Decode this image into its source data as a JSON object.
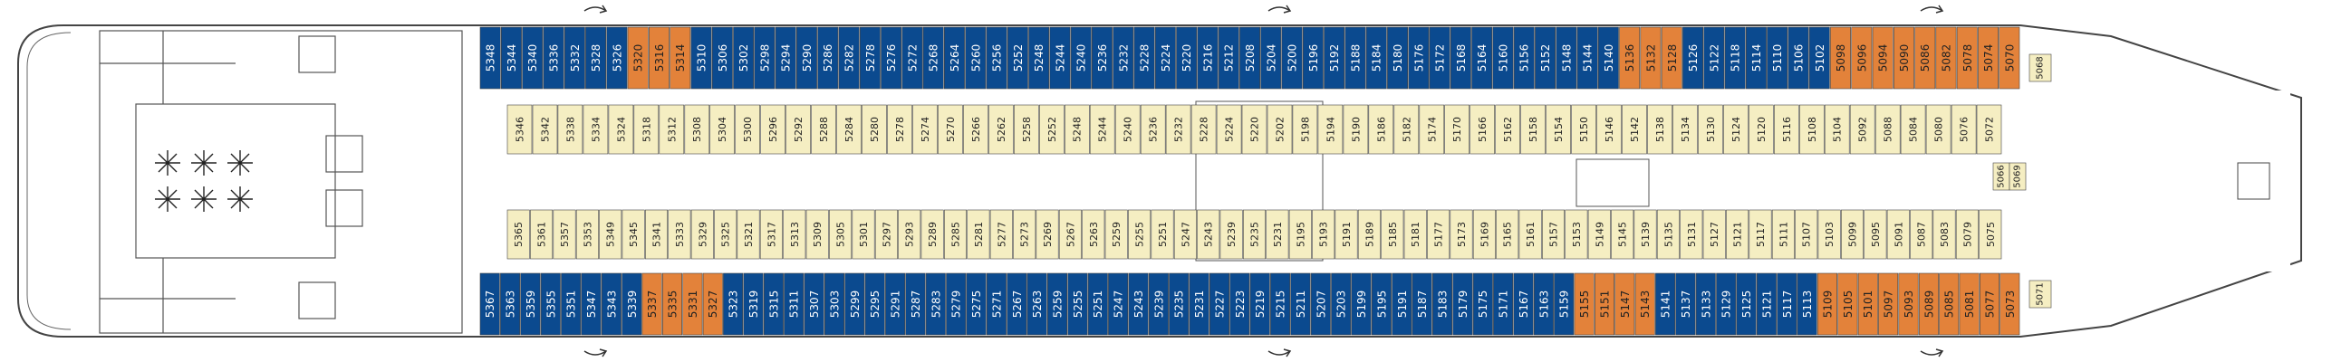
{
  "deck_plan": {
    "colors": {
      "inside": "#f5eec2",
      "oceanview": "#0b4a8f",
      "balcony": "#e3823a",
      "outline": "#444444",
      "label_light": "#ffffff",
      "label_dark": "#222222"
    },
    "cabin_types": {
      "oceanview": "Blue cabins along the hull",
      "balcony": "Orange cabins",
      "inside": "Cream inner cabins"
    },
    "rows": {
      "top_outer": {
        "type": "oceanview",
        "cabins": [
          "5348",
          "5344",
          "5340",
          "5336",
          "5332",
          "5328",
          "5326",
          "5320",
          "5316",
          "5314",
          "5310",
          "5306",
          "5302",
          "5298",
          "5294",
          "5290",
          "5286",
          "5282",
          "5278",
          "5276",
          "5272",
          "5268",
          "5264",
          "5260",
          "5256",
          "5252",
          "5248",
          "5244",
          "5240",
          "5236",
          "5232",
          "5228",
          "5224",
          "5220",
          "5216",
          "5212",
          "5208",
          "5204",
          "5200",
          "5196",
          "5192",
          "5188",
          "5184",
          "5180",
          "5176",
          "5172",
          "5168",
          "5164",
          "5160",
          "5156",
          "5152",
          "5148",
          "5144",
          "5140",
          "5136",
          "5132",
          "5128",
          "5126",
          "5122",
          "5118",
          "5114",
          "5110",
          "5106",
          "5102",
          "5098",
          "5096",
          "5094",
          "5090",
          "5086",
          "5082",
          "5078",
          "5074",
          "5070"
        ]
      },
      "bottom_outer": {
        "cabins": [
          "5367",
          "5363",
          "5359",
          "5355",
          "5351",
          "5347",
          "5343",
          "5339",
          "5337",
          "5335",
          "5331",
          "5327",
          "5323",
          "5319",
          "5315",
          "5311",
          "5307",
          "5303",
          "5299",
          "5295",
          "5291",
          "5287",
          "5283",
          "5279",
          "5275",
          "5271",
          "5267",
          "5263",
          "5259",
          "5255",
          "5251",
          "5247",
          "5243",
          "5239",
          "5235",
          "5231",
          "5227",
          "5223",
          "5219",
          "5215",
          "5211",
          "5207",
          "5203",
          "5199",
          "5195",
          "5191",
          "5187",
          "5183",
          "5179",
          "5175",
          "5171",
          "5167",
          "5163",
          "5159",
          "5155",
          "5151",
          "5147",
          "5143",
          "5141",
          "5137",
          "5133",
          "5129",
          "5125",
          "5121",
          "5117",
          "5113",
          "5109",
          "5105",
          "5101",
          "5097",
          "5093",
          "5089",
          "5085",
          "5081",
          "5077",
          "5073"
        ]
      },
      "top_inner": {
        "cabins": [
          "5346",
          "5342",
          "5338",
          "5334",
          "5324",
          "5318",
          "5312",
          "5308",
          "5304",
          "5300",
          "5296",
          "5292",
          "5288",
          "5284",
          "5280",
          "5278",
          "5274",
          "5270",
          "5266",
          "5262",
          "5258",
          "5252",
          "5248",
          "5244",
          "5240",
          "5236",
          "5232",
          "5228",
          "5224",
          "5220",
          "5202",
          "5198",
          "5194",
          "5190",
          "5186",
          "5182",
          "5174",
          "5170",
          "5166",
          "5162",
          "5158",
          "5154",
          "5150",
          "5146",
          "5142",
          "5138",
          "5134",
          "5130",
          "5124",
          "5120",
          "5116",
          "5108",
          "5104",
          "5092",
          "5088",
          "5084",
          "5080",
          "5076",
          "5072"
        ]
      },
      "bottom_inner": {
        "cabins": [
          "5365",
          "5361",
          "5357",
          "5353",
          "5349",
          "5345",
          "5341",
          "5333",
          "5329",
          "5325",
          "5321",
          "5317",
          "5313",
          "5309",
          "5305",
          "5301",
          "5297",
          "5293",
          "5289",
          "5285",
          "5281",
          "5277",
          "5273",
          "5269",
          "5267",
          "5263",
          "5259",
          "5255",
          "5251",
          "5247",
          "5243",
          "5239",
          "5235",
          "5231",
          "5195",
          "5193",
          "5191",
          "5189",
          "5185",
          "5181",
          "5177",
          "5173",
          "5169",
          "5165",
          "5161",
          "5157",
          "5153",
          "5149",
          "5145",
          "5139",
          "5135",
          "5131",
          "5127",
          "5121",
          "5117",
          "5111",
          "5107",
          "5103",
          "5099",
          "5095",
          "5091",
          "5087",
          "5083",
          "5079",
          "5075"
        ]
      },
      "bow_cabins": [
        "5068",
        "5071",
        "5066",
        "5069"
      ]
    }
  }
}
